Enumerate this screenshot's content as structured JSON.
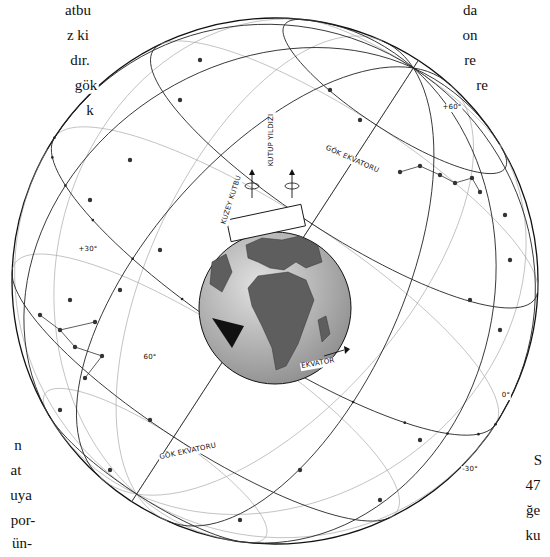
{
  "diagram": {
    "labels": [
      "atbu",
      "z ki",
      "dır.",
      "gök",
      "k",
      "da",
      "on",
      "re",
      "re",
      "KUTUP YILDIZI",
      "KUZEY KUTBU",
      "GÖK EKVATORU",
      "+60°",
      "+30°",
      "EKVATOR",
      "60°",
      "GÖK EKVATORU",
      "0°",
      "-30°",
      "n",
      "at",
      "uya",
      "por-",
      "ün-",
      "S",
      "47",
      "ğe",
      "ku"
    ]
  }
}
